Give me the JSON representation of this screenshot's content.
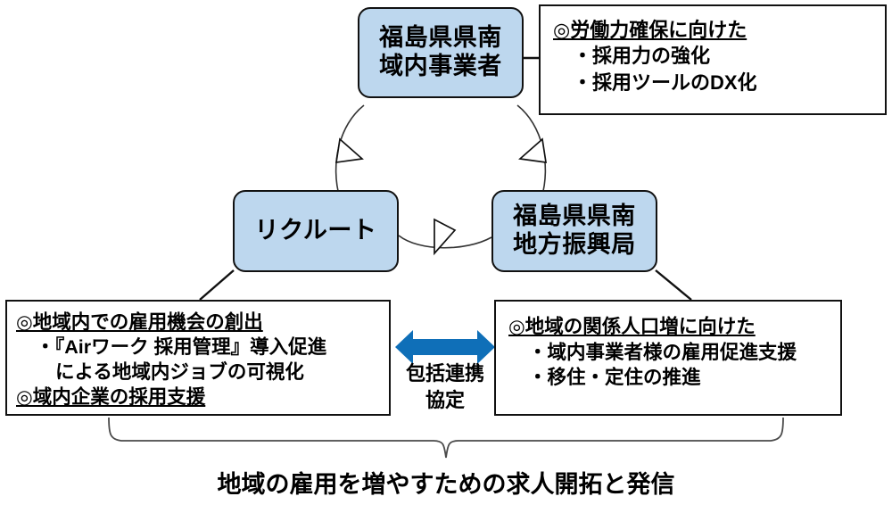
{
  "diagram": {
    "title_caption": "地域の雇用を増やすための求人開拓と発信",
    "colors": {
      "node_fill": "#bdd7ee",
      "node_border": "#111111",
      "box_border": "#111111",
      "arrow_blue": "#0f6fb8",
      "text": "#000000",
      "background": "#ffffff"
    }
  },
  "nodes": {
    "top": {
      "line1": "福島県県南",
      "line2": "域内事業者"
    },
    "left": {
      "line1": "リクルート"
    },
    "right": {
      "line1": "福島県県南",
      "line2": "地方振興局"
    }
  },
  "boxes": {
    "top_right": {
      "lines": [
        {
          "text": "◎労働力確保に向けた",
          "style": "head"
        },
        {
          "text": "・採用力の強化",
          "style": "ind1"
        },
        {
          "text": "・採用ツールのDX化",
          "style": "ind1"
        }
      ]
    },
    "bottom_left": {
      "lines": [
        {
          "text": "◎地域内での雇用機会の創出",
          "style": "head"
        },
        {
          "text": "・『Airワーク 採用管理』導入促進",
          "style": "ind1"
        },
        {
          "text": "による地域内ジョブの可視化",
          "style": "ind2"
        },
        {
          "text": "◎域内企業の採用支援",
          "style": "head"
        }
      ]
    },
    "bottom_right": {
      "lines": [
        {
          "text": "◎地域の関係人口増に向けた",
          "style": "head"
        },
        {
          "text": "・域内事業者様の雇用促進支援",
          "style": "ind1"
        },
        {
          "text": "・移住・定住の推進",
          "style": "ind1"
        }
      ]
    }
  },
  "center_arrow": {
    "label_line1": "包括連携",
    "label_line2": "協定",
    "icon": "double-headed-horizontal-arrow"
  },
  "cycle": {
    "arrows": [
      {
        "name": "left-arc",
        "from": "リクルート",
        "to": "福島県県南域内事業者",
        "direction": "up"
      },
      {
        "name": "right-arc",
        "from": "福島県県南地方振興局",
        "to": "福島県県南域内事業者",
        "direction": "up"
      },
      {
        "name": "bottom-arc",
        "from": "リクルート",
        "to": "福島県県南地方振興局",
        "direction": "right"
      }
    ]
  }
}
